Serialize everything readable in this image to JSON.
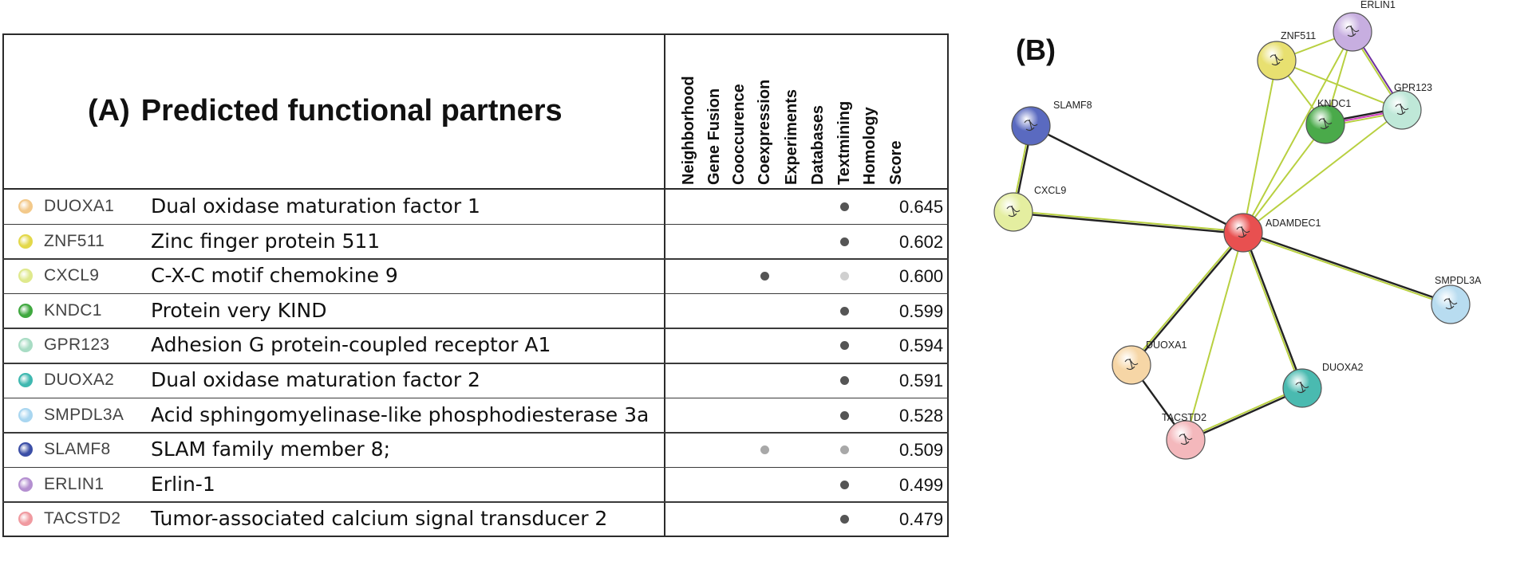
{
  "panel_a": {
    "tag": "(A)",
    "title": "Predicted functional partners",
    "columns": [
      "Neighborhood",
      "Gene Fusion",
      "Cooccurence",
      "Coexpression",
      "Experiments",
      "Databases",
      "Textmining",
      "Homology",
      "Score"
    ],
    "rows": [
      {
        "gene": "DUOXA1",
        "description": "Dual oxidase maturation factor 1",
        "score": "0.645",
        "color": "#f3c98a",
        "evidence": {
          "textmining": "#555555"
        }
      },
      {
        "gene": "ZNF511",
        "description": "Zinc finger protein 511",
        "score": "0.602",
        "color": "#e3d84a",
        "evidence": {
          "textmining": "#555555"
        }
      },
      {
        "gene": "CXCL9",
        "description": "C-X-C motif chemokine 9",
        "score": "0.600",
        "color": "#dfe98d",
        "evidence": {
          "coexpression": "#555555",
          "textmining": "#d0d0d0"
        }
      },
      {
        "gene": "KNDC1",
        "description": "Protein very KIND",
        "score": "0.599",
        "color": "#3fa83f",
        "evidence": {
          "textmining": "#555555"
        }
      },
      {
        "gene": "GPR123",
        "description": "Adhesion G protein-coupled receptor A1",
        "score": "0.594",
        "color": "#a8dcc4",
        "evidence": {
          "textmining": "#555555"
        }
      },
      {
        "gene": "DUOXA2",
        "description": "Dual oxidase maturation factor 2",
        "score": "0.591",
        "color": "#3fb8b0",
        "evidence": {
          "textmining": "#555555"
        }
      },
      {
        "gene": "SMPDL3A",
        "description": "Acid sphingomyelinase-like phosphodiesterase 3a",
        "score": "0.528",
        "color": "#a9d6f0",
        "evidence": {
          "textmining": "#555555"
        }
      },
      {
        "gene": "SLAMF8",
        "description": "SLAM family member 8;",
        "score": "0.509",
        "color": "#3b4ea6",
        "evidence": {
          "coexpression": "#a8a8a8",
          "textmining": "#a8a8a8"
        }
      },
      {
        "gene": "ERLIN1",
        "description": "Erlin-1",
        "score": "0.499",
        "color": "#b48fd0",
        "evidence": {
          "textmining": "#555555"
        }
      },
      {
        "gene": "TACSTD2",
        "description": "Tumor-associated calcium signal transducer 2",
        "score": "0.479",
        "color": "#f09aa0",
        "evidence": {
          "textmining": "#555555"
        }
      }
    ]
  },
  "panel_b": {
    "tag": "(B)",
    "nodes": [
      {
        "id": "ADAMDEC1",
        "label": "ADAMDEC1",
        "color": "#e85050"
      },
      {
        "id": "ERLIN1",
        "label": "ERLIN1",
        "color": "#c7aee0"
      },
      {
        "id": "ZNF511",
        "label": "ZNF511",
        "color": "#e8e070"
      },
      {
        "id": "GPR123",
        "label": "GPR123",
        "color": "#bfe8d8"
      },
      {
        "id": "KNDC1",
        "label": "KNDC1",
        "color": "#4aaa4a"
      },
      {
        "id": "SLAMF8",
        "label": "SLAMF8",
        "color": "#5a6ac0"
      },
      {
        "id": "CXCL9",
        "label": "CXCL9",
        "color": "#e4eea0"
      },
      {
        "id": "SMPDL3A",
        "label": "SMPDL3A",
        "color": "#b8dcf0"
      },
      {
        "id": "DUOXA1",
        "label": "DUOXA1",
        "color": "#f6d6a6"
      },
      {
        "id": "DUOXA2",
        "label": "DUOXA2",
        "color": "#4abab0"
      },
      {
        "id": "TACSTD2",
        "label": "TACSTD2",
        "color": "#f4b8bc"
      }
    ],
    "edges": [
      {
        "source": "ADAMDEC1",
        "target": "SLAMF8",
        "colors": [
          "#222222"
        ]
      },
      {
        "source": "ADAMDEC1",
        "target": "CXCL9",
        "colors": [
          "#222222",
          "#b8d040"
        ]
      },
      {
        "source": "ADAMDEC1",
        "target": "SMPDL3A",
        "colors": [
          "#222222",
          "#b8d040"
        ]
      },
      {
        "source": "ADAMDEC1",
        "target": "DUOXA1",
        "colors": [
          "#222222",
          "#b8d040"
        ]
      },
      {
        "source": "ADAMDEC1",
        "target": "DUOXA2",
        "colors": [
          "#222222",
          "#b8d040"
        ]
      },
      {
        "source": "ADAMDEC1",
        "target": "TACSTD2",
        "colors": [
          "#b8d040"
        ]
      },
      {
        "source": "ADAMDEC1",
        "target": "ZNF511",
        "colors": [
          "#b8d040"
        ]
      },
      {
        "source": "ADAMDEC1",
        "target": "KNDC1",
        "colors": [
          "#b8d040"
        ]
      },
      {
        "source": "ADAMDEC1",
        "target": "ERLIN1",
        "colors": [
          "#b8d040"
        ]
      },
      {
        "source": "ADAMDEC1",
        "target": "GPR123",
        "colors": [
          "#b8d040"
        ]
      },
      {
        "source": "SLAMF8",
        "target": "CXCL9",
        "colors": [
          "#222222",
          "#b8d040"
        ]
      },
      {
        "source": "DUOXA1",
        "target": "TACSTD2",
        "colors": [
          "#222222"
        ]
      },
      {
        "source": "DUOXA2",
        "target": "TACSTD2",
        "colors": [
          "#222222",
          "#b8d040"
        ]
      },
      {
        "source": "KNDC1",
        "target": "GPR123",
        "colors": [
          "#222222",
          "#d040c0",
          "#b8d040"
        ]
      },
      {
        "source": "ERLIN1",
        "target": "GPR123",
        "colors": [
          "#7030a0",
          "#b8d040"
        ]
      },
      {
        "source": "ZNF511",
        "target": "KNDC1",
        "colors": [
          "#b8d040"
        ]
      },
      {
        "source": "ZNF511",
        "target": "ERLIN1",
        "colors": [
          "#b8d040"
        ]
      },
      {
        "source": "ZNF511",
        "target": "GPR123",
        "colors": [
          "#b8d040"
        ]
      },
      {
        "source": "KNDC1",
        "target": "ERLIN1",
        "colors": [
          "#b8d040"
        ]
      }
    ]
  }
}
